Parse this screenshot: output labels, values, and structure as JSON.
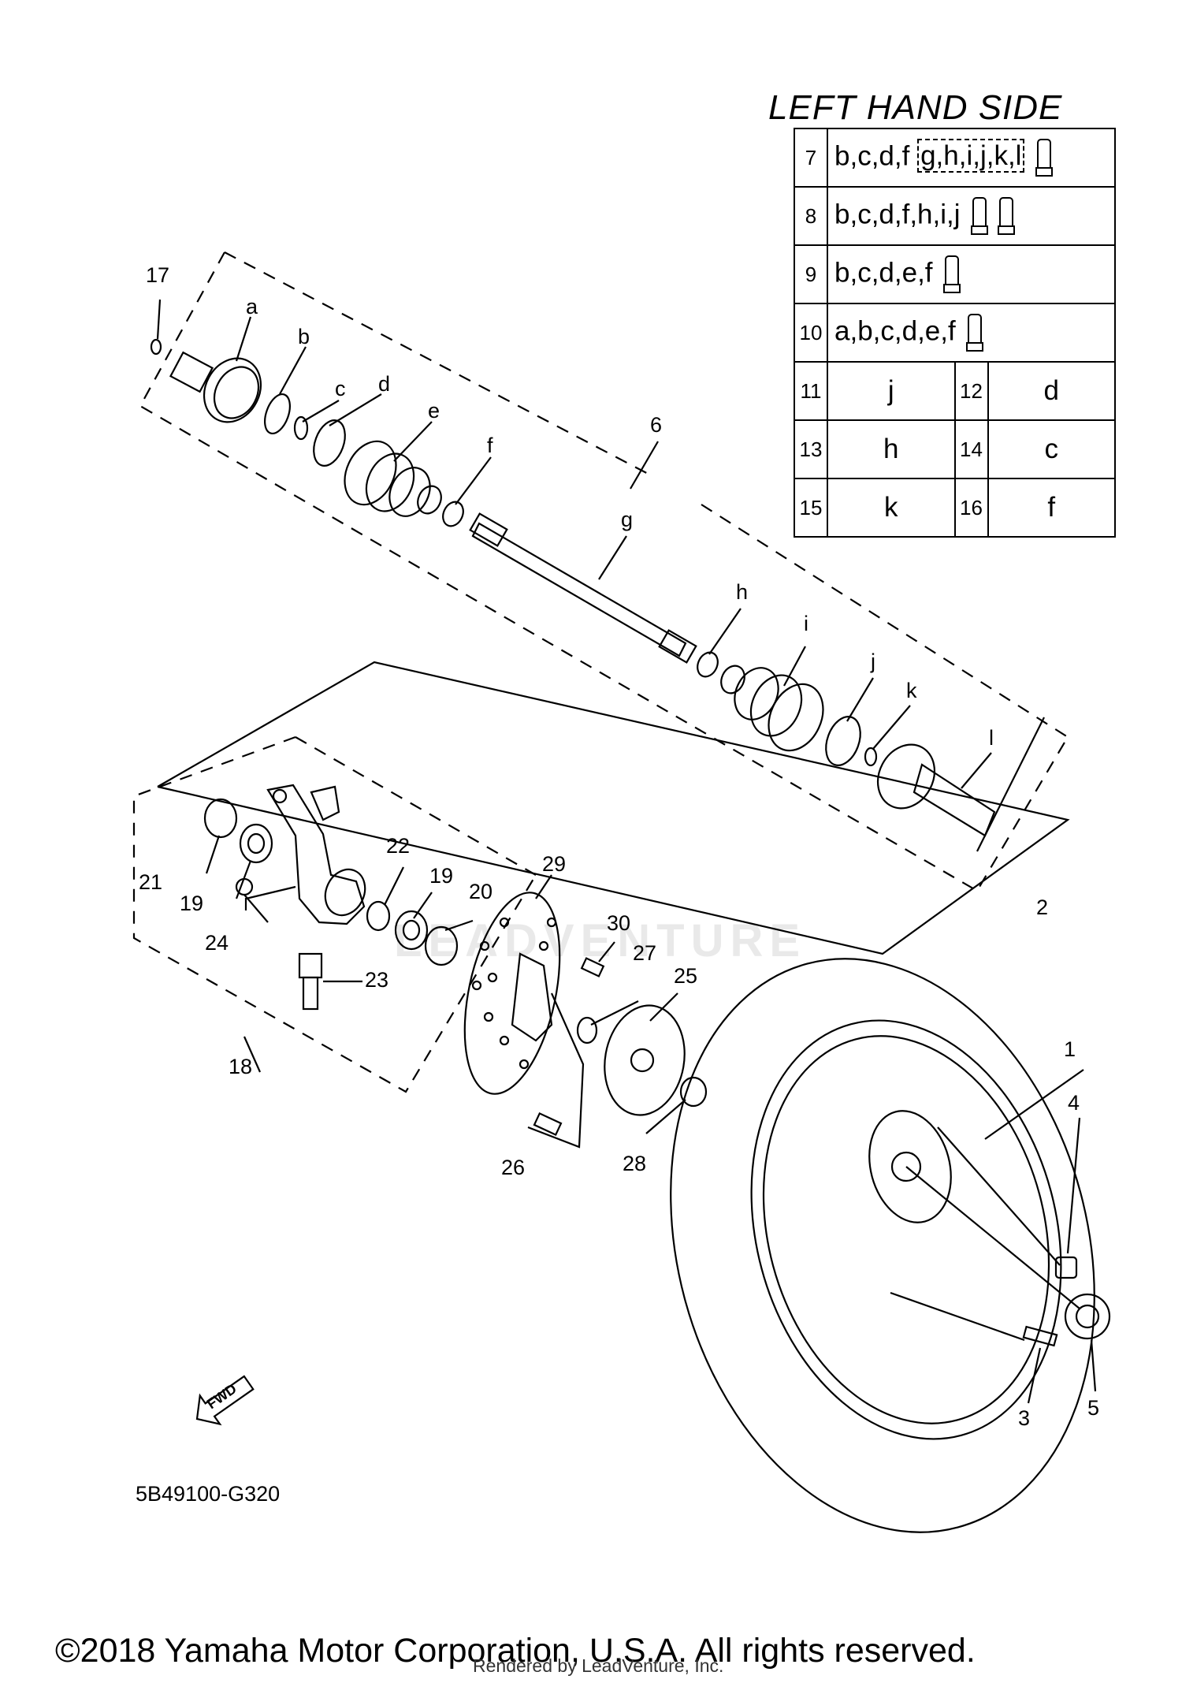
{
  "table": {
    "title": "LEFT HAND SIDE",
    "rows": [
      {
        "num": "7",
        "prefix": "b,c,d,f",
        "boxed": "g,h,i,j,k,l",
        "tubes": 1
      },
      {
        "num": "8",
        "text": "b,c,d,f,h,i,j",
        "tubes": 2
      },
      {
        "num": "9",
        "text": "b,c,d,e,f",
        "tubes": 1
      },
      {
        "num": "10",
        "text": "a,b,c,d,e,f",
        "tubes": 1
      }
    ],
    "pairs": [
      {
        "n1": "11",
        "v1": "j",
        "n2": "12",
        "v2": "d"
      },
      {
        "n1": "13",
        "v1": "h",
        "n2": "14",
        "v2": "c"
      },
      {
        "n1": "15",
        "v1": "k",
        "n2": "16",
        "v2": "f"
      }
    ]
  },
  "callouts": {
    "n1": "1",
    "n2": "2",
    "n3": "3",
    "n4": "4",
    "n5": "5",
    "n6": "6",
    "n17": "17",
    "n18": "18",
    "n19a": "19",
    "n19b": "19",
    "n20": "20",
    "n21": "21",
    "n22": "22",
    "n23": "23",
    "n24": "24",
    "n25": "25",
    "n26": "26",
    "n27": "27",
    "n28": "28",
    "n29": "29",
    "n30": "30"
  },
  "letters": {
    "a": "a",
    "b": "b",
    "c": "c",
    "d": "d",
    "e": "e",
    "f": "f",
    "g": "g",
    "h": "h",
    "i": "i",
    "j": "j",
    "k": "k",
    "l": "l"
  },
  "fwd_label": "FWD",
  "diagram_code": "5B49100-G320",
  "watermark": "LEADVENTURE",
  "copyright": "©2018 Yamaha Motor Corporation, U.S.A. All rights reserved.",
  "rendered_by": "Rendered by LeadVenture, Inc."
}
